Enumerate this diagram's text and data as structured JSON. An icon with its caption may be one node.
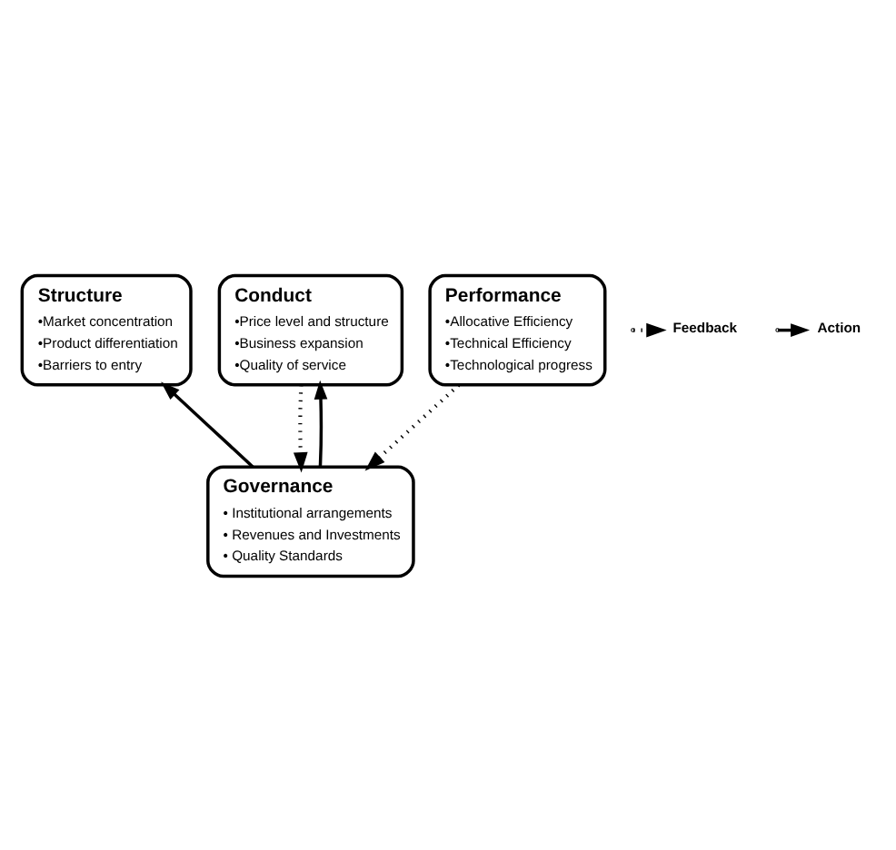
{
  "diagram": {
    "nodes": [
      {
        "text": [
          "Structure",
          "•Market concentration",
          "•Product differentiation",
          "•Barriers to entry"
        ]
      },
      {
        "text": [
          "Conduct",
          "•Price level and structure",
          "•Business expansion",
          "•Quality of service"
        ]
      },
      {
        "text": [
          "Performance",
          "•Allocative Efficiency",
          "•Technical Efficiency",
          "•Technological progress"
        ]
      },
      {
        "text": [
          "Governance",
          "• Institutional arrangements",
          "• Revenues and Investments",
          "• Quality Standards"
        ]
      }
    ],
    "edges": [
      {
        "from": 1,
        "to": 3,
        "arrow": "to",
        "style": "dashed"
      },
      {
        "from": 3,
        "to": 1,
        "arrow": "to"
      },
      {
        "from": 3,
        "to": 0,
        "arrow": "to"
      },
      {
        "from": 2,
        "to": 3,
        "arrow": "to",
        "style": "dashed"
      }
    ],
    "legend": [
      {
        "text": "Feedback"
      },
      {
        "text": "Action"
      }
    ]
  }
}
